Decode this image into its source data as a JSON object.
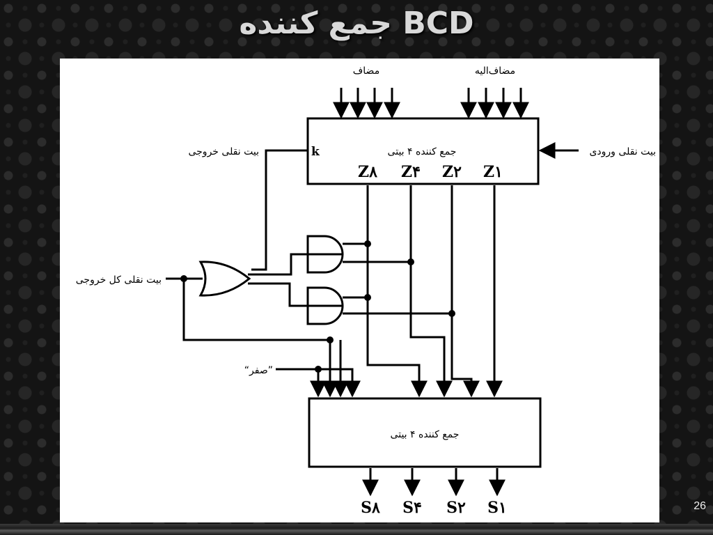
{
  "slide": {
    "title": "جمع کننده BCD",
    "page_number": "26"
  },
  "diagram": {
    "addend_label": "مضاف",
    "augend_label": "مضاف‌الیه",
    "adder_top_label": "جمع کننده ۴ بیتی",
    "adder_bottom_label": "جمع کننده ۴ بیتی",
    "carry_in_label": "بیت نقلی ورودی",
    "carry_out_label": "بیت نقلی خروجی",
    "total_carry_out_label": "بیت نقلی کل خروجی",
    "zero_label": "“صفر”",
    "k_label": "k",
    "z_outputs": [
      "Z۸",
      "Z۴",
      "Z۲",
      "Z۱"
    ],
    "s_outputs": [
      "S۸",
      "S۴",
      "S۲",
      "S۱"
    ]
  }
}
